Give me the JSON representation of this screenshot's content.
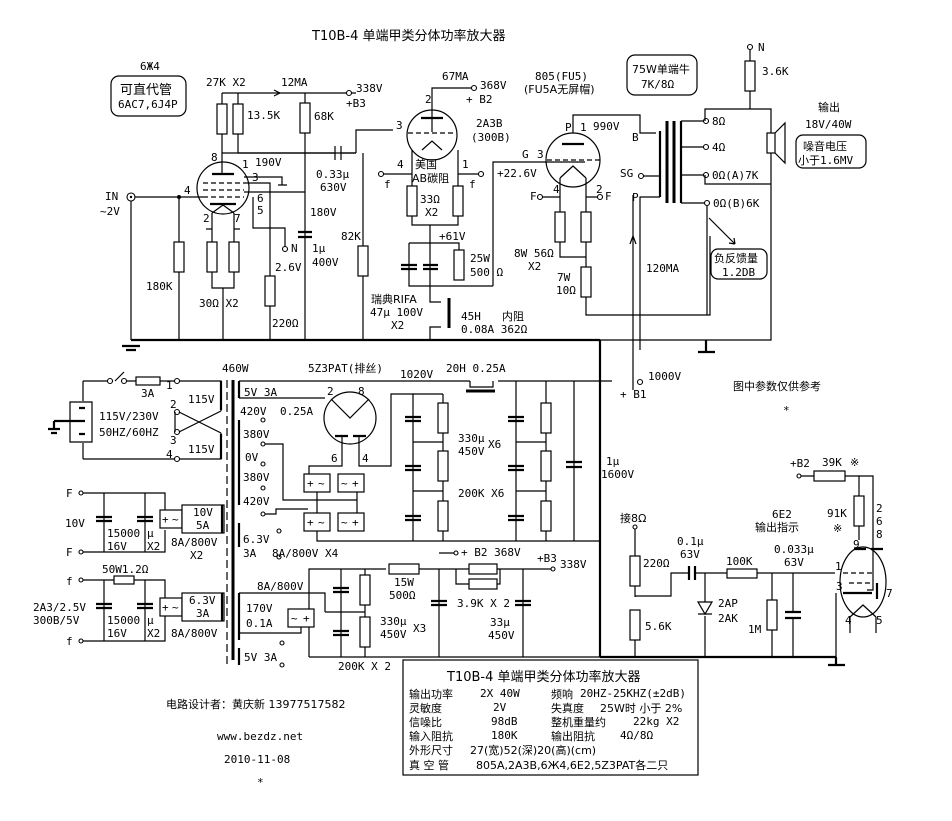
{
  "title": "T10B-4 单端甲类分体功率放大器",
  "notes": {
    "reference_only": "图中参数仅供参考",
    "star": "*"
  },
  "colors": {
    "ink": "#000000",
    "background": "#ffffff"
  },
  "input_stage": {
    "tube_name": "6Ж4",
    "substitute_label": "可直代管",
    "substitutes": "6AC7,6J4P",
    "in_label": "IN",
    "in_level": "~2V",
    "r_grid": "180K",
    "r_cathode": "30Ω X2",
    "r_screen_bypass": "220Ω",
    "v_cathode": "2.6V",
    "n_label": "N",
    "r_plate_a": "27K X2",
    "r_plate_b": "13.5K",
    "current": "12MA",
    "v_plate": "190V",
    "r_dropper": "68K",
    "b3_voltage": "338V",
    "b3_label": "+B3",
    "coupling_cap": "0.33μ",
    "coupling_cap_v": "630V",
    "v_screen": "180V",
    "screen_cap": "1μ",
    "screen_cap_v": "400V",
    "r_grid2": "82K",
    "pins": {
      "p8": "8",
      "p1": "1",
      "p3": "3",
      "p4": "4",
      "p6": "6",
      "p5": "5",
      "p2": "2",
      "p7": "7"
    }
  },
  "driver_stage": {
    "tube_name": "2A3B",
    "tube_alt": "(300B)",
    "current": "67MA",
    "b2_voltage": "368V",
    "b2_label": "+ B2",
    "r_filament_note1": "美国",
    "r_filament_note2": "AB碳阻",
    "r_filament": "33Ω",
    "r_filament_qty": "X2",
    "v_cathode": "+61V",
    "r_cathode_power": "25W",
    "r_cathode": "500 Ω",
    "cap_brand": "瑞典RIFA",
    "cap_value": "47μ 100V",
    "cap_qty": "X2",
    "choke": "45H",
    "choke_res_label": "内阻",
    "choke_spec": "0.08A 362Ω",
    "pins": {
      "p2": "2",
      "p3": "3",
      "p4": "4",
      "p1": "1",
      "f": "f"
    }
  },
  "output_stage": {
    "tube_name": "805(FU5)",
    "tube_note": "(FU5A无屏帽)",
    "v_plate": "990V",
    "v_grid": "+22.6V",
    "r_filament": "8W 56Ω",
    "r_filament_qty": "X2",
    "r_bias_power": "7W",
    "r_bias": "10Ω",
    "current": "120MA",
    "b1_voltage": "1000V",
    "b1_label": "+ B1",
    "pins": {
      "p": "P",
      "p1": "1",
      "g": "G",
      "g3": "3",
      "p4": "4",
      "p2": "2",
      "f": "F"
    }
  },
  "output_transformer": {
    "label_line1": "75W单端牛",
    "label_line2": "7K/8Ω",
    "primary_taps": [
      "B",
      "SG",
      "P"
    ],
    "secondary_taps": [
      "8Ω",
      "4Ω",
      "0Ω(A)7K",
      "0Ω(B)6K"
    ],
    "feedback_line1": "负反馈量",
    "feedback_line2": "1.2DB",
    "r_feedback": "3.6K",
    "n_label": "N",
    "output_label": "输出",
    "output_spec": "18V/40W",
    "noise_line1": "噪音电压",
    "noise_line2": "小于1.6MV"
  },
  "power_supply": {
    "transformer_power": "460W",
    "fuse": "3A",
    "mains_line1": "115V/230V",
    "mains_line2": "50HZ/60HZ",
    "primary_taps": [
      "1",
      "2",
      "3",
      "4"
    ],
    "primary_voltage": "115V",
    "rectifier_tube": "5Z3PAT(排丝)",
    "secondaries": {
      "fil_5v": "5V 3A",
      "hv_a": "420V",
      "hv_current": "0.25A",
      "hv_b": "380V",
      "hv_c": "0V",
      "hv_d": "380V",
      "hv_e": "420V",
      "fil_63": "6.3V",
      "fil_63_a": "3A",
      "b23_rect": "8A/800V",
      "b23_v": "170V",
      "b23_a": "0.1A",
      "fil_5v_b": "5V 3A"
    },
    "bridge_hv": "8A/800V X4",
    "hv_dc": "1020V",
    "choke": "20H 0.25A",
    "hv_caps": "330μ",
    "hv_caps_v": "450V",
    "hv_caps_qty": "X6",
    "hv_bleeders": "200K X6",
    "hv_film": "1μ",
    "hv_film_v": "1600V",
    "b23_caps": "330μ",
    "b23_caps_v": "450V",
    "b23_caps_qty": "X3",
    "b23_bleeders": "200K X 2",
    "b23_r_power": "15W",
    "b23_r": "500Ω",
    "b23_b2": "+ B2 368V",
    "b23_r2": "3.9K X 2",
    "b23_b3_label": "+B3",
    "b23_b3_v": "338V",
    "b23_cap2": "33μ",
    "b23_cap2_v": "450V",
    "rect_symbol_plus": "+",
    "rect_symbol_minus": "−",
    "rect_symbol_ac": "~"
  },
  "filament_supplies": {
    "f_label": "F",
    "f_small": "f",
    "v_805": "10V",
    "cap": "15000",
    "cap_unit": "μ",
    "cap_v": "16V",
    "cap_qty": "X2",
    "trans_805_v": "10V",
    "trans_805_a": "5A",
    "rect": "8A/800V",
    "rect_qty": "X2",
    "r_drop": "50W1.2Ω",
    "v_2a3_line1": "2A3/2.5V",
    "v_2a3_line2": "300B/5V",
    "trans_2a3_v": "6.3V",
    "trans_2a3_a": "3A"
  },
  "indicator": {
    "tube": "6E2",
    "label": "输出指示",
    "connect": "接8Ω",
    "r1": "220Ω",
    "r2": "5.6K",
    "cap1": "0.1μ",
    "cap1_v": "63V",
    "diode1": "2AP",
    "diode2": "2AK",
    "r3": "100K",
    "r4": "1M",
    "cap2": "0.033μ",
    "cap2_v": "63V",
    "b2_label": "+B2",
    "r5": "39K",
    "r6": "91K",
    "mark": "※",
    "pins": [
      "9",
      "1",
      "3",
      "4",
      "5",
      "7",
      "2",
      "6",
      "8"
    ]
  },
  "spec_table": {
    "title": "T10B-4  单端甲类分体功率放大器",
    "rows": [
      {
        "k1": "输出功率",
        "v1": "2X 40W",
        "k2": "频响",
        "v2": "20HZ-25KHZ(±2dB)"
      },
      {
        "k1": "灵敏度",
        "v1": "2V",
        "k2": "失真度",
        "v2": "25W时 小于 2%"
      },
      {
        "k1": "信噪比",
        "v1": "98dB",
        "k2": "整机重量约",
        "v2": "22kg X2"
      },
      {
        "k1": "输入阻抗",
        "v1": "180K",
        "k2": "输出阻抗",
        "v2": "4Ω/8Ω"
      }
    ],
    "size_label": "外形尺寸",
    "size_value": "27(宽)52(深)20(高)(cm)",
    "tubes_label": "真 空 管",
    "tubes_value": "805A,2A3B,6Ж4,6E2,5Z3PAT各二只"
  },
  "credits": {
    "designer": "电路设计者：黄庆新   13977517582",
    "website": "www.bezdz.net",
    "date": "2010-11-08",
    "star": "*"
  }
}
